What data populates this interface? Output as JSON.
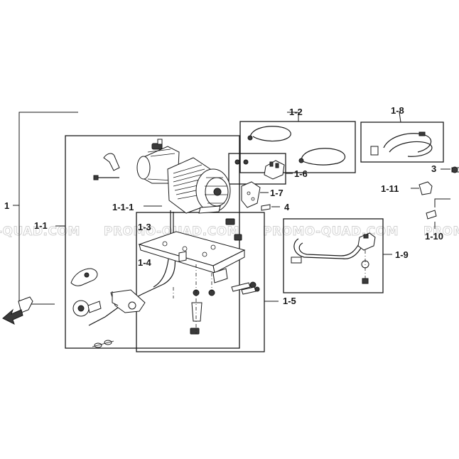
{
  "watermark": {
    "text_left": "-QUAD.COM",
    "text_mid1": "PROMO-QUAD.COM",
    "text_mid2": "PROMO-QUAD.COM",
    "text_right": "PROMO-"
  },
  "labels": {
    "l_1": "1",
    "l_1_1": "1-1",
    "l_1_1_1": "1-1-1",
    "l_1_2": "1-2",
    "l_1_3": "1-3",
    "l_1_4": "1-4",
    "l_1_5": "1-5",
    "l_1_6": "1-6",
    "l_1_7": "1-7",
    "l_1_8": "1-8",
    "l_1_9": "1-9",
    "l_1_10": "1-10",
    "l_1_11": "1-11",
    "l_3": "3",
    "l_4": "4"
  },
  "icons": {
    "front_arrow": "front-direction-arrow-icon"
  }
}
